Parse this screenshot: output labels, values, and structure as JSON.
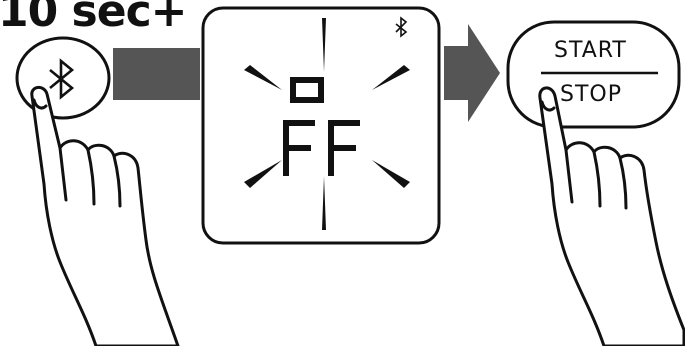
{
  "hold_duration_label": "10 sec+",
  "bluetooth_button": {
    "icon": "bluetooth-icon"
  },
  "arrows": [
    "arrow-right-icon",
    "arrow-right-icon"
  ],
  "display": {
    "small_indicator": "bluetooth-icon",
    "top_text": "o",
    "bottom_text": "FF",
    "effect": "blinking"
  },
  "start_stop_button": {
    "start_label": "START",
    "stop_label": "STOP"
  },
  "colors": {
    "outline": "#111111",
    "arrow_fill": "#555555",
    "background": "#ffffff"
  }
}
